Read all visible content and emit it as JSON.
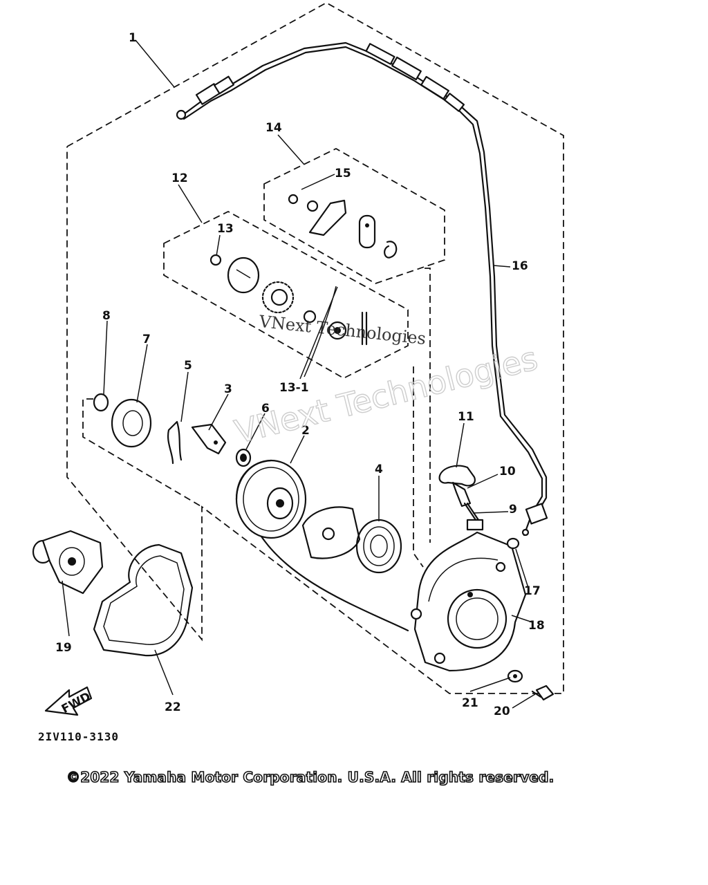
{
  "diagram": {
    "callouts": [
      {
        "id": "1",
        "label": "1"
      },
      {
        "id": "2",
        "label": "2"
      },
      {
        "id": "3",
        "label": "3"
      },
      {
        "id": "4",
        "label": "4"
      },
      {
        "id": "5",
        "label": "5"
      },
      {
        "id": "6",
        "label": "6"
      },
      {
        "id": "7",
        "label": "7"
      },
      {
        "id": "8",
        "label": "8"
      },
      {
        "id": "9",
        "label": "9"
      },
      {
        "id": "10",
        "label": "10"
      },
      {
        "id": "11",
        "label": "11"
      },
      {
        "id": "12",
        "label": "12"
      },
      {
        "id": "13",
        "label": "13"
      },
      {
        "id": "13-1",
        "label": "13-1"
      },
      {
        "id": "14",
        "label": "14"
      },
      {
        "id": "15",
        "label": "15"
      },
      {
        "id": "16",
        "label": "16"
      },
      {
        "id": "17",
        "label": "17"
      },
      {
        "id": "18",
        "label": "18"
      },
      {
        "id": "19",
        "label": "19"
      },
      {
        "id": "20",
        "label": "20"
      },
      {
        "id": "21",
        "label": "21"
      },
      {
        "id": "22",
        "label": "22"
      }
    ],
    "direction_arrow": "FWD",
    "diagram_code": "2IV110-3130"
  },
  "watermarks": {
    "primary": "VNext Technologies",
    "secondary": "VNext Technologies"
  },
  "footer": {
    "copyright": "©2022 Yamaha Motor Corporation. U.S.A. All rights reserved."
  }
}
